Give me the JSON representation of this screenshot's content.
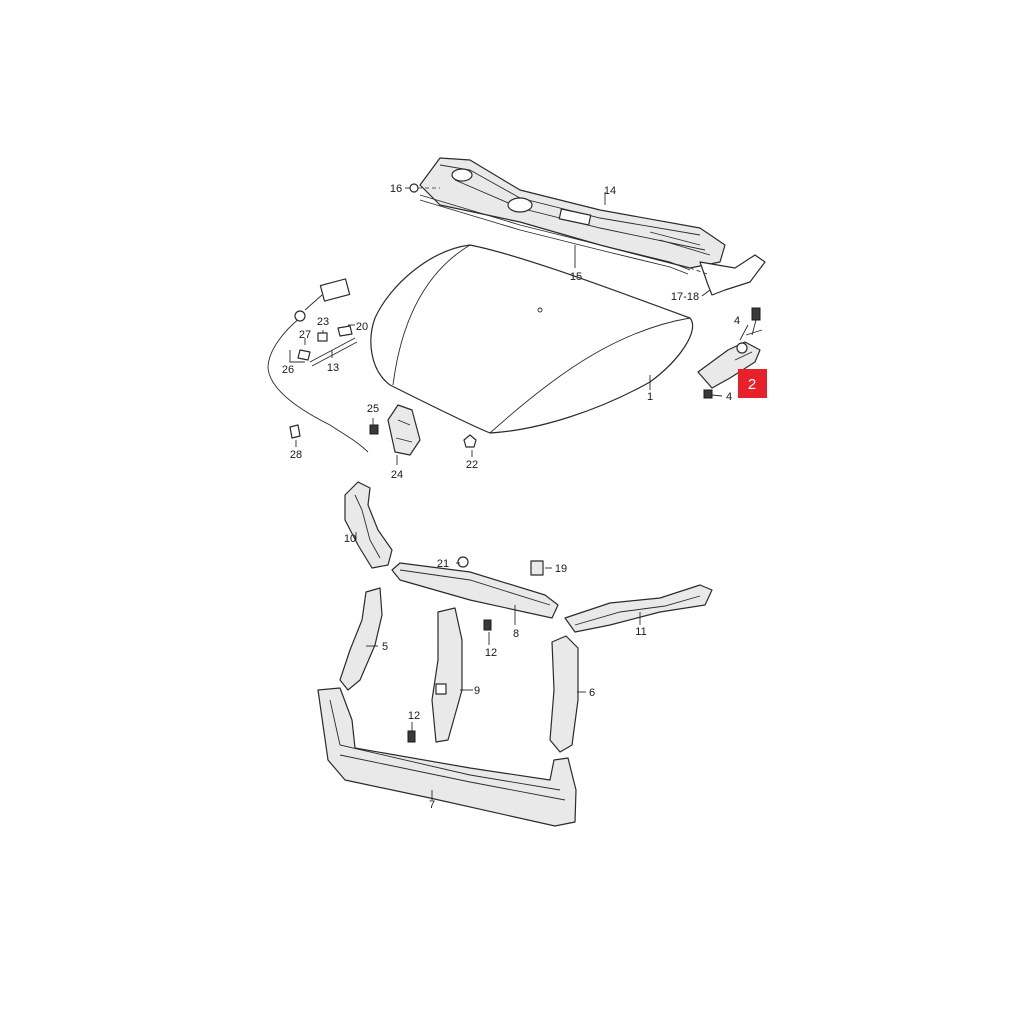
{
  "diagram": {
    "callouts": {
      "c1": "1",
      "c2": "2",
      "c4a": "4",
      "c4b": "4",
      "c5": "5",
      "c6": "6",
      "c7": "7",
      "c8": "8",
      "c9": "9",
      "c10": "10",
      "c11": "11",
      "c12a": "12",
      "c12b": "12",
      "c13": "13",
      "c14": "14",
      "c15": "15",
      "c16": "16",
      "c17_18": "17-18",
      "c19": "19",
      "c20": "20",
      "c21": "21",
      "c22": "22",
      "c23": "23",
      "c24": "24",
      "c25": "25",
      "c26": "26",
      "c27": "27",
      "c28": "28"
    },
    "highlighted_part": "2",
    "highlight_color": "#e8202a",
    "line_color": "#2b2b2b"
  }
}
